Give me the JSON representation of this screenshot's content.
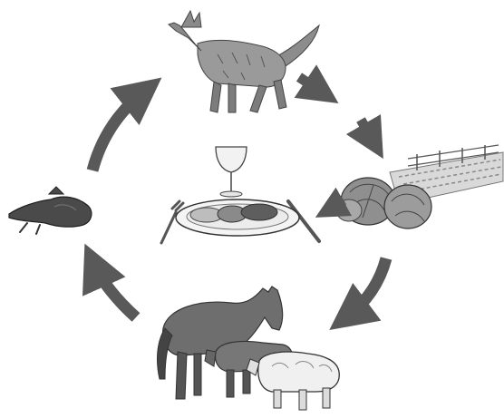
{
  "diagram": {
    "nodes": [
      {
        "id": "wolf",
        "depicts": "wolf-illustration"
      },
      {
        "id": "garden",
        "depicts": "vegetable-garden-illustration"
      },
      {
        "id": "meal",
        "depicts": "dinner-plate-with-wine-glass-illustration"
      },
      {
        "id": "livestock",
        "depicts": "horse-cow-sheep-illustration"
      },
      {
        "id": "carcass",
        "depicts": "dead-animal-remains-illustration"
      }
    ],
    "arrows": [
      {
        "from": "wolf",
        "to": "garden"
      },
      {
        "from": "garden",
        "to": "meal"
      },
      {
        "from": "garden",
        "to": "livestock"
      },
      {
        "from": "livestock",
        "to": "carcass"
      },
      {
        "from": "carcass",
        "to": "wolf"
      }
    ],
    "colors": {
      "arrow": "#595959",
      "drawing_dark": "#3a3a3a",
      "drawing_mid": "#7a7a7a",
      "drawing_light": "#bdbdbd"
    }
  }
}
